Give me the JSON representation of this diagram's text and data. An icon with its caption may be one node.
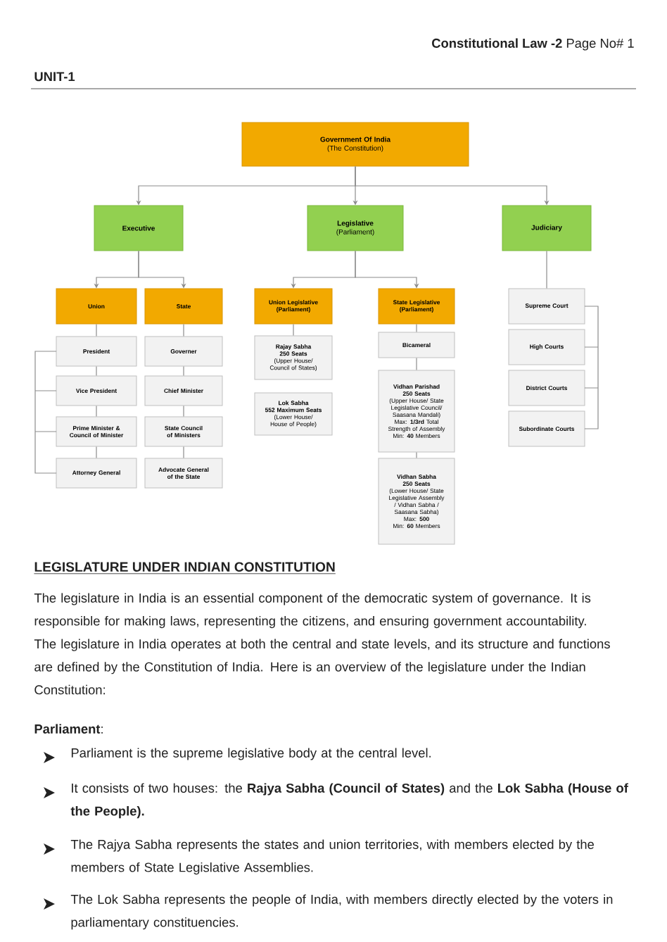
{
  "diagram": {
    "nodes": [
      {
        "text": [
          "Government Of India",
          "(The Constitution)"
        ]
      },
      {
        "text": [
          "Executive"
        ]
      },
      {
        "text": [
          "Legislative",
          "(Parliament)"
        ]
      },
      {
        "text": [
          "Judiciary"
        ]
      },
      {
        "text": [
          "Union"
        ]
      },
      {
        "text": [
          "State"
        ]
      },
      {
        "text": [
          "President"
        ]
      },
      {
        "text": [
          "Vice President"
        ]
      },
      {
        "text": [
          "Prime Minister & Council of Minister"
        ]
      },
      {
        "text": [
          "Attorney General"
        ]
      },
      {
        "text": [
          "Governer"
        ]
      },
      {
        "text": [
          "Chief Minister"
        ]
      },
      {
        "text": [
          "State Council of Ministers"
        ]
      },
      {
        "text": [
          "Advocate General of the State"
        ]
      },
      {
        "text": [
          "Union Legislative (Parliament)"
        ]
      },
      {
        "text": [
          "Rajay Sabha",
          "250 Seats",
          "(Upper House/ Council of States)"
        ]
      },
      {
        "text": [
          "Lok Sabha",
          "552 Maximum Seats",
          "(Lower House/ House of People)"
        ]
      },
      {
        "text": [
          "State Legislative (Parliament)"
        ]
      },
      {
        "text": [
          "Bicameral"
        ]
      },
      {
        "text": [
          "Vidhan Parishad",
          "250 Seats",
          "(Upper House/ State Legislative Council/ Saasana Mandali)",
          "Max: **1/3rd** Total Strength of Assembly",
          "Min: **40** Members"
        ]
      },
      {
        "text": [
          "Vidhan Sabha",
          "250 Seats",
          "(Lower House/ State Legislative Assembly / Vidhan Sabha / Saasana Sabha)",
          "Max: **500**",
          "Min: **60** Members"
        ]
      },
      {
        "text": [
          "Supreme Court"
        ]
      },
      {
        "text": [
          "High Courts"
        ]
      },
      {
        "text": [
          "District Courts"
        ]
      },
      {
        "text": [
          "Subordinate Courts"
        ]
      }
    ],
    "edges": [
      {
        "from": 0,
        "to": 1,
        "arrow": "to"
      },
      {
        "from": 0,
        "to": 2,
        "arrow": "to"
      },
      {
        "from": 0,
        "to": 3,
        "arrow": "to"
      },
      {
        "from": 1,
        "to": 4,
        "arrow": "to"
      },
      {
        "from": 1,
        "to": 5,
        "arrow": "to"
      },
      {
        "from": 2,
        "to": 14,
        "arrow": "to"
      },
      {
        "from": 2,
        "to": 17,
        "arrow": "to"
      },
      {
        "from": 3,
        "to": 21,
        "arrow": "none"
      },
      {
        "from": 4,
        "to": 6,
        "arrow": "none"
      },
      {
        "from": 6,
        "to": 7,
        "arrow": "none"
      },
      {
        "from": 7,
        "to": 8,
        "arrow": "none"
      },
      {
        "from": 8,
        "to": 9,
        "arrow": "none"
      },
      {
        "from": 5,
        "to": 10,
        "arrow": "none"
      },
      {
        "from": 10,
        "to": 11,
        "arrow": "none"
      },
      {
        "from": 11,
        "to": 12,
        "arrow": "none"
      },
      {
        "from": 12,
        "to": 13,
        "arrow": "none"
      },
      {
        "from": 14,
        "to": 15,
        "arrow": "none"
      },
      {
        "from": 17,
        "to": 18,
        "arrow": "none"
      },
      {
        "from": 18,
        "to": 19,
        "arrow": "none"
      },
      {
        "from": 19,
        "to": 20,
        "arrow": "none"
      }
    ],
    "labels": [
      "**Constitutional Law -2** Page No# 1",
      "UNIT-1",
      "LEGISLATURE UNDER INDIAN CONSTITUTION",
      "The legislature in India is an essential component of the democratic system of governance. It is responsible for making laws, representing the citizens, and ensuring government accountability. The legislature in India operates at both the central and state levels, and its structure and functions are defined by the Constitution of India. Here is an overview of the legislature under the Indian Constitution:",
      "**Parliament**:",
      "Parliament is the supreme legislative body at the central level.",
      "It consists of two houses: the **Rajya Sabha (Council of States)** and the **Lok Sabha (House of the People).**",
      "The Rajya Sabha represents the states and union territories, with members elected by the members of State Legislative Assemblies.",
      "The Lok Sabha represents the people of India, with members directly elected by the voters in parliamentary constituencies."
    ]
  }
}
